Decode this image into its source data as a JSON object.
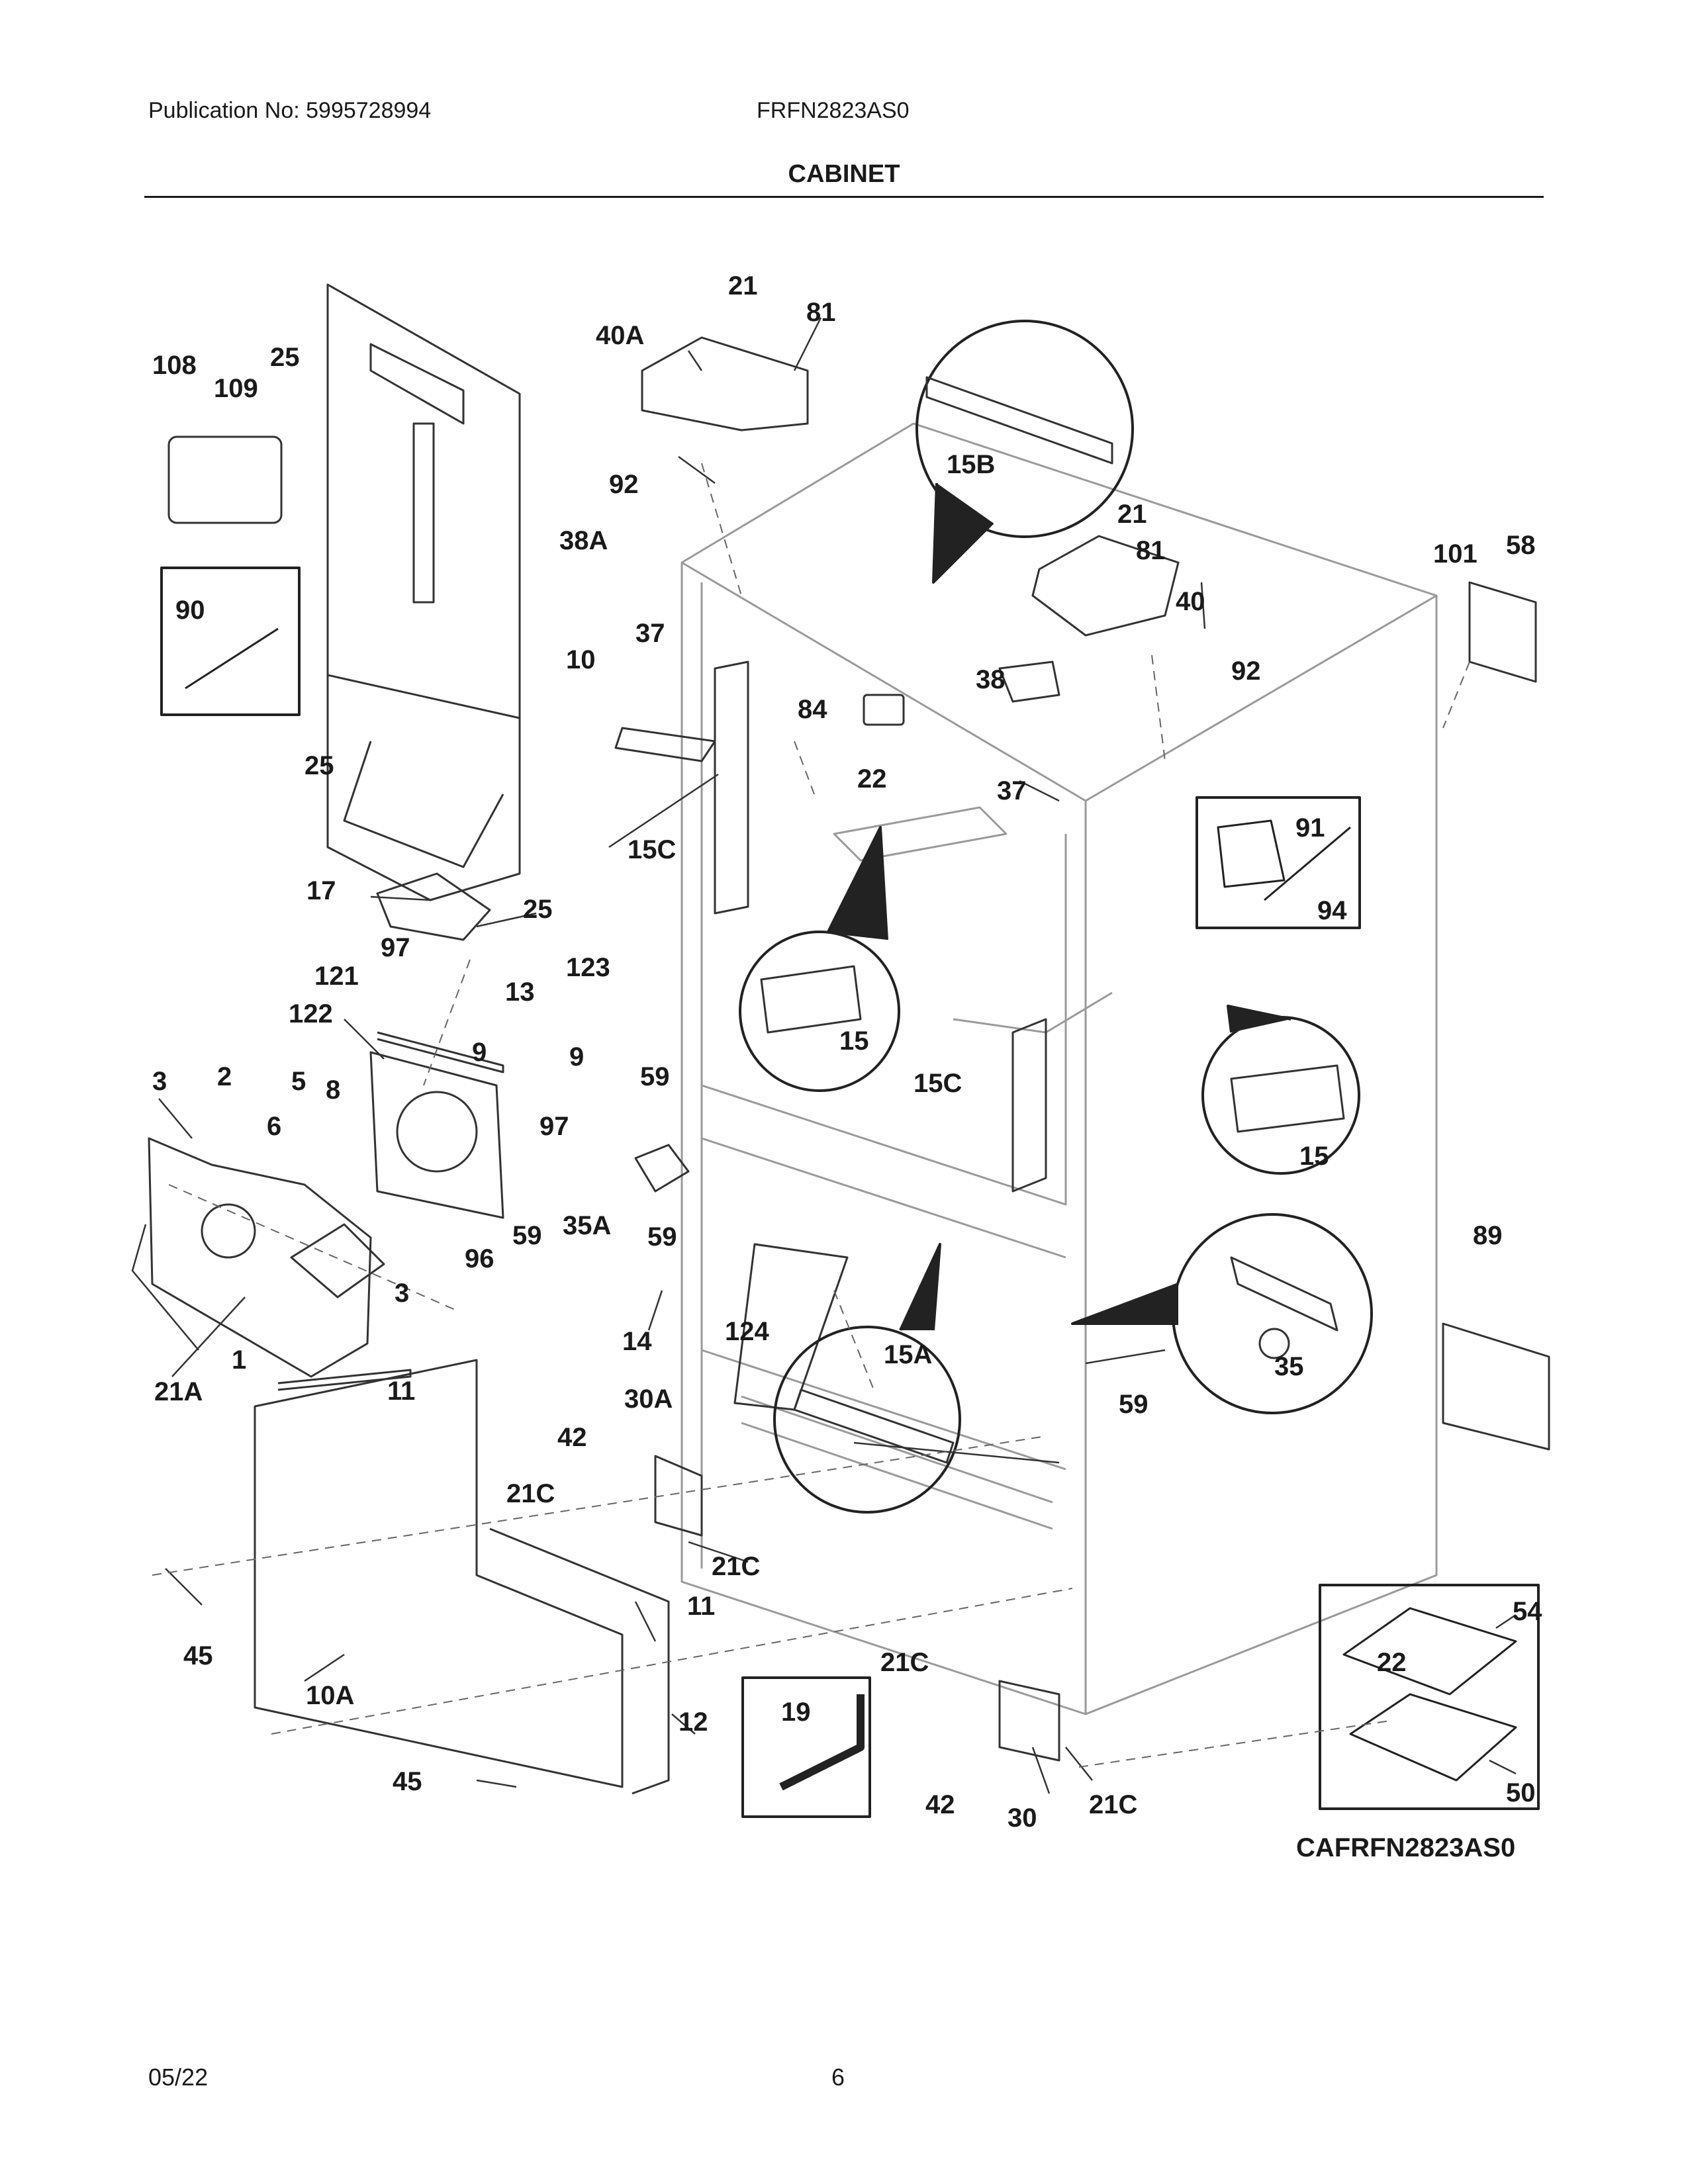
{
  "header": {
    "publication": "Publication No: 5995728994",
    "model": "FRFN2823AS0",
    "title": "CABINET"
  },
  "diagram": {
    "code": "CAFRFN2823AS0",
    "labels": [
      "21",
      "81",
      "40A",
      "15B",
      "108",
      "25",
      "109",
      "92",
      "38A",
      "21",
      "81",
      "101",
      "58",
      "37",
      "40",
      "10",
      "90",
      "38",
      "92",
      "84",
      "22",
      "25",
      "37",
      "91",
      "15C",
      "17",
      "25",
      "94",
      "97",
      "123",
      "121",
      "13",
      "122",
      "15",
      "9",
      "9",
      "59",
      "3",
      "2",
      "5",
      "8",
      "97",
      "15C",
      "15",
      "6",
      "35A",
      "59",
      "59",
      "96",
      "89",
      "3",
      "14",
      "124",
      "15A",
      "59",
      "1",
      "35",
      "21A",
      "11",
      "42",
      "30A",
      "21C",
      "21C",
      "11",
      "54",
      "45",
      "22",
      "21C",
      "10A",
      "12",
      "19",
      "45",
      "42",
      "30",
      "21C",
      "50"
    ]
  },
  "footer": {
    "date": "05/22",
    "page": "6"
  }
}
